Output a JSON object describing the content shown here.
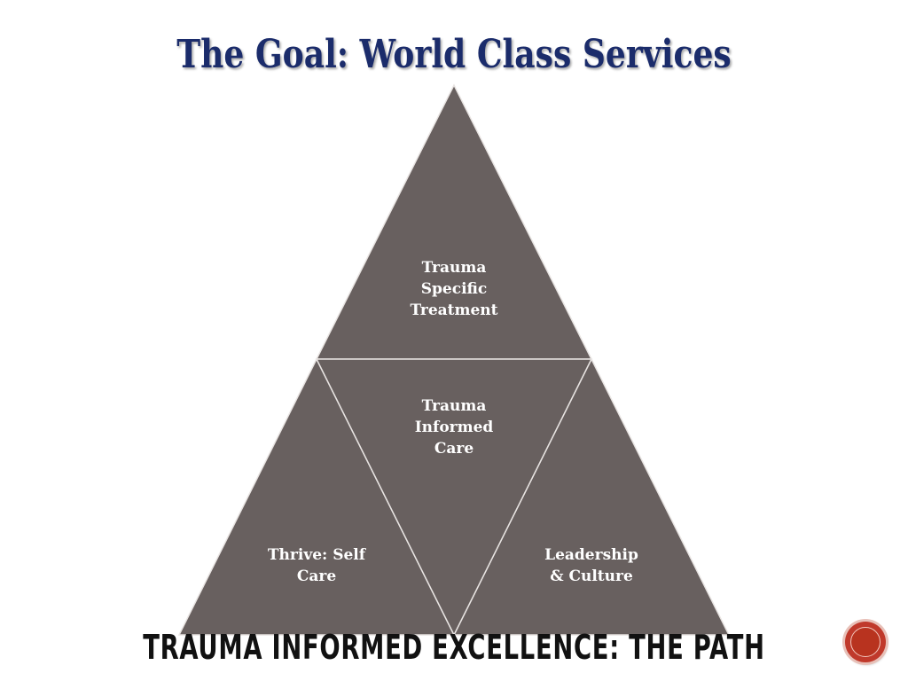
{
  "slide": {
    "title": "The Goal: World Class Services",
    "footer": "TRAUMA INFORMED EXCELLENCE: THE PATH"
  },
  "diagram": {
    "type": "triangle-quadrants",
    "fill_color": "#68605f",
    "line_color": "#e8e4e2",
    "text_color": "#ffffff",
    "sections": {
      "top": "Trauma\nSpecific\nTreatment",
      "center": "Trauma\nInformed\nCare",
      "bottom_left": "Thrive: Self\nCare",
      "bottom_right": "Leadership\n& Culture"
    }
  },
  "nav": {
    "icon": "circle-icon",
    "color": "#c0392b"
  }
}
